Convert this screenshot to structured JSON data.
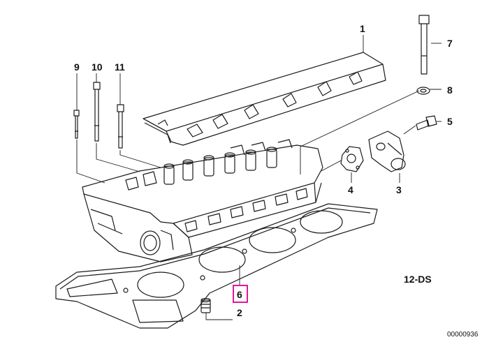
{
  "callouts": {
    "c1": "1",
    "c2": "2",
    "c3": "3",
    "c4": "4",
    "c5": "5",
    "c6": "6",
    "c7": "7",
    "c8": "8",
    "c9": "9",
    "c10": "10",
    "c11": "11"
  },
  "diagram_code": "12-DS",
  "image_id": "00000936",
  "highlighted_callout": "6",
  "colors": {
    "line": "#1a1a1a",
    "highlight": "#e5169a",
    "background": "#ffffff"
  }
}
